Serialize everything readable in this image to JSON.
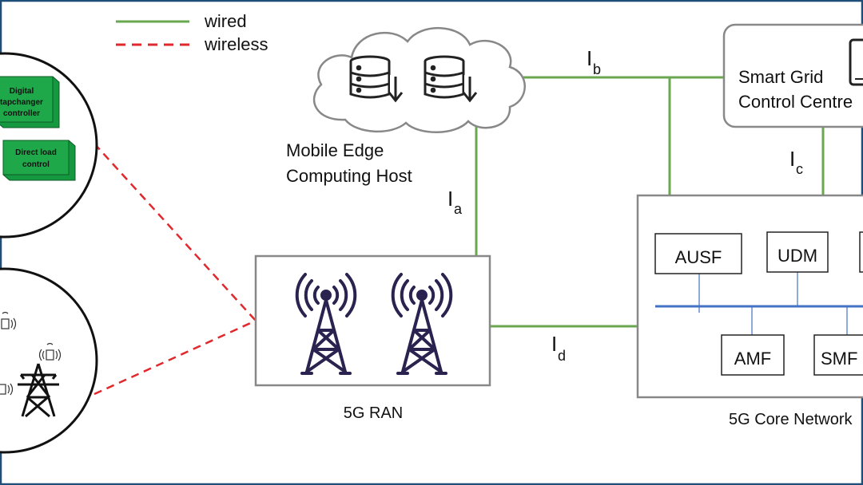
{
  "legend": {
    "wired": "wired",
    "wireless": "wireless",
    "wired_color": "#6aa84f",
    "wireless_color": "#e0282d"
  },
  "frame_color": "#1f4e79",
  "edge_host": {
    "line1": "Mobile Edge",
    "line2": "Computing Host"
  },
  "smart_grid": {
    "line1": "Smart Grid",
    "line2": "Control Centre"
  },
  "ran": {
    "label": "5G RAN",
    "tower_color": "#2a2350"
  },
  "core": {
    "label": "5G Core Network",
    "bus_color": "#4472c4",
    "functions": [
      "AUSF",
      "UDM",
      "AMF",
      "SMF"
    ]
  },
  "links": {
    "a": {
      "main": "I",
      "sub": "a"
    },
    "b": {
      "main": "I",
      "sub": "b"
    },
    "c": {
      "main": "I",
      "sub": "c"
    },
    "d": {
      "main": "I",
      "sub": "d"
    }
  },
  "devices": {
    "box1": [
      "Digital",
      "tapchanger",
      "controller"
    ],
    "box2": [
      "Direct load",
      "control"
    ],
    "box_color": "#1fa84a"
  }
}
